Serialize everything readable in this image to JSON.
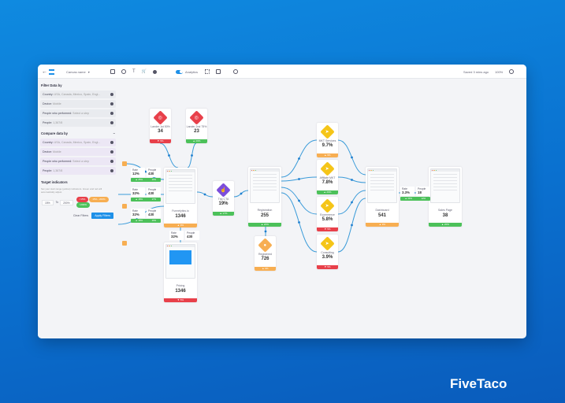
{
  "toolbar": {
    "canvas_name": "Canvas name",
    "analytics_label": "Analytics",
    "analytics_on": true,
    "saved": "Saved 3 mins ago",
    "zoom": "100%"
  },
  "sidebar": {
    "filter_title": "Filter Data by",
    "filter_rows": [
      {
        "k": "Country:",
        "v": "USA, Canada, Mexico, Spain, Engl..."
      },
      {
        "k": "Device:",
        "v": "Mobile"
      },
      {
        "k": "People who performed:",
        "v": "Select a step"
      },
      {
        "k": "People:",
        "v": "1,367/8"
      }
    ],
    "compare_title": "Compare data by",
    "compare_rows": [
      {
        "k": "Country:",
        "v": "USA, Canada, Mexico, Spain, Engl..."
      },
      {
        "k": "Device:",
        "v": "Mobile"
      },
      {
        "k": "People who performed:",
        "v": "Select a step"
      },
      {
        "k": "People:",
        "v": "1,367/8"
      }
    ],
    "target_title": "Target indicators",
    "target_desc": "Set your start range (yellow) indicators. Green and red will automatically adjust",
    "range_from": "15%",
    "range_to_label": "To",
    "range_to": "200%",
    "pills": [
      {
        "t": "<15%",
        "color": "#e8404a"
      },
      {
        "t": "15% - 200%",
        "color": "#f7ae52"
      },
      {
        "t": ">200%",
        "color": "#4cc15a"
      }
    ],
    "clear": "Clear Filters",
    "apply": "Apply Filters"
  },
  "colors": {
    "red": "#e8404a",
    "green": "#4cc15a",
    "orange": "#f7ae52",
    "yellow": "#f5c518",
    "purple": "#7c4ddb",
    "blue": "#2196f3"
  },
  "nodes": [
    {
      "label": "Lander 1st 50%",
      "value": "34",
      "badge": "▼ 5%",
      "status": "red",
      "icon": "target-icon"
    },
    {
      "label": "Lander 2nd 75%",
      "value": "23",
      "badge": "▲ 20%",
      "status": "green",
      "icon": "target-icon"
    },
    {
      "label": "Funnelytics.io",
      "value": "1346",
      "badge": "▲ 9%",
      "status": "orange",
      "icon": "page"
    },
    {
      "label": "Pricing",
      "value": "1346",
      "badge": "▼ 5%",
      "status": "red",
      "icon": "page"
    },
    {
      "label": "Trip CTA",
      "value": "19%",
      "badge": "▲ 17%",
      "status": "green",
      "icon": "click-icon"
    },
    {
      "label": "Registration",
      "value": "255",
      "badge": "▲ 20%",
      "status": "green",
      "icon": "page"
    },
    {
      "label": "Registered",
      "value": "726",
      "badge": "▲ 9%",
      "status": "orange",
      "icon": "user-icon"
    },
    {
      "label": "MKT Services",
      "value": "9.7%",
      "badge": "▲ 9%",
      "status": "orange",
      "icon": "send-icon"
    },
    {
      "label": "Affiliate MKT",
      "value": "7.8%",
      "badge": "▲ 20%",
      "status": "green",
      "icon": "send-icon"
    },
    {
      "label": "Ecommerce",
      "value": "5.8%",
      "badge": "▼ 5%",
      "status": "red",
      "icon": "send-icon"
    },
    {
      "label": "Consulting",
      "value": "3.9%",
      "badge": "▼ 5%",
      "status": "red",
      "icon": "send-icon"
    },
    {
      "label": "Dashboard",
      "value": "541",
      "badge": "▲ 9%",
      "status": "orange",
      "icon": "page"
    },
    {
      "label": "Sales Page",
      "value": "38",
      "badge": "▲ 20%",
      "status": "green",
      "icon": "page"
    }
  ],
  "stats": [
    {
      "rate_label": "Rate",
      "rate": "12%",
      "people_label": "People",
      "people": "430",
      "g1": "▲ 25%",
      "g2": "10%"
    },
    {
      "rate_label": "Rate",
      "rate": "32%",
      "people_label": "People",
      "people": "430",
      "g1": "▲ 18%",
      "g2": "17%"
    },
    {
      "rate_label": "Rate",
      "rate": "32%",
      "people_label": "People",
      "people": "430",
      "g1": "▲ 18%",
      "g2": "10%"
    },
    {
      "rate_label": "Rate",
      "rate": "32%",
      "people_label": "People",
      "people": "430",
      "g1": "",
      "g2": ""
    },
    {
      "rate_label": "Rate",
      "rate": "3.3%",
      "people_label": "People",
      "people": "18",
      "g1": "▲ 20%",
      "g2": "12%"
    }
  ],
  "brand": "FiveTaco"
}
